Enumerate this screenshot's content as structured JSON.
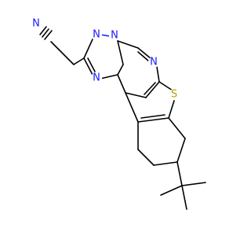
{
  "colors": {
    "bond": "#000000",
    "nitrogen": "#1a1aff",
    "sulfur": "#b8a000",
    "background": "#ffffff"
  },
  "atoms": {
    "n_nitrile": "N",
    "n1": "N",
    "n2": "N",
    "n3": "N",
    "n4": "N",
    "s1": "S"
  }
}
